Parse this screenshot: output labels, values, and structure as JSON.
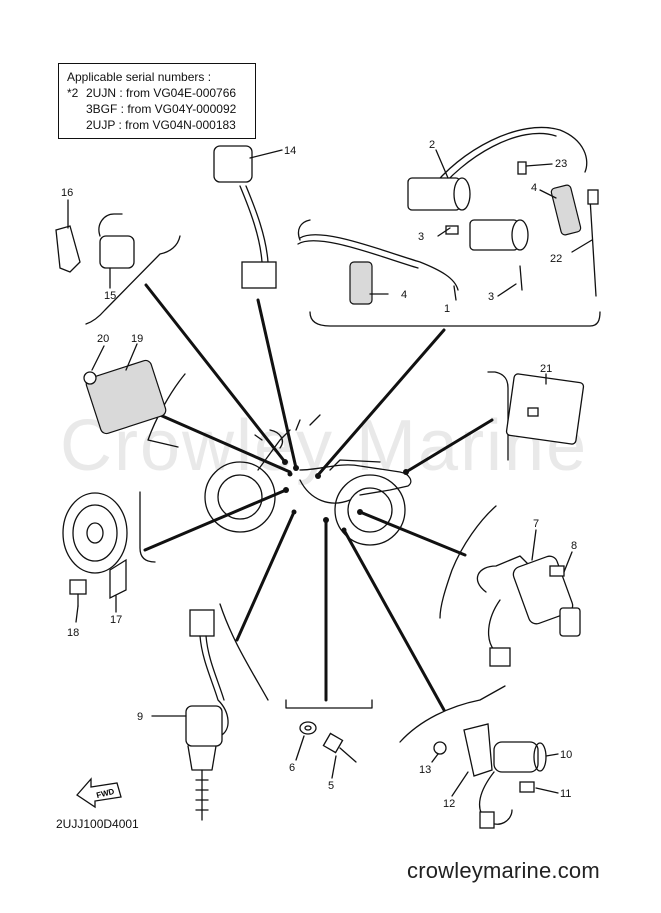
{
  "serial_box": {
    "heading": "Applicable serial numbers :",
    "mark": "*2",
    "lines": [
      "2UJN : from VG04E-000766",
      "3BGF : from VG04Y-000092",
      "2UJP : from VG04N-000183"
    ]
  },
  "callouts": {
    "c1": "1",
    "c2": "2",
    "c3a": "3",
    "c3b": "3",
    "c4a": "4",
    "c4b": "4",
    "c5": "5",
    "c6": "6",
    "c7": "7",
    "c8": "8",
    "c9": "9",
    "c10": "10",
    "c11": "11",
    "c12": "12",
    "c13": "13",
    "c14": "14",
    "c15": "15",
    "c16": "16",
    "c17": "17",
    "c18": "18",
    "c19": "19",
    "c20": "20",
    "c21": "21",
    "c22": "22",
    "c23": "23"
  },
  "fwd_label": "FWD",
  "drawing_code": "2UJJ100D4001",
  "watermark_big": "Crowley Marine",
  "watermark_url": "crowleymarine.com"
}
